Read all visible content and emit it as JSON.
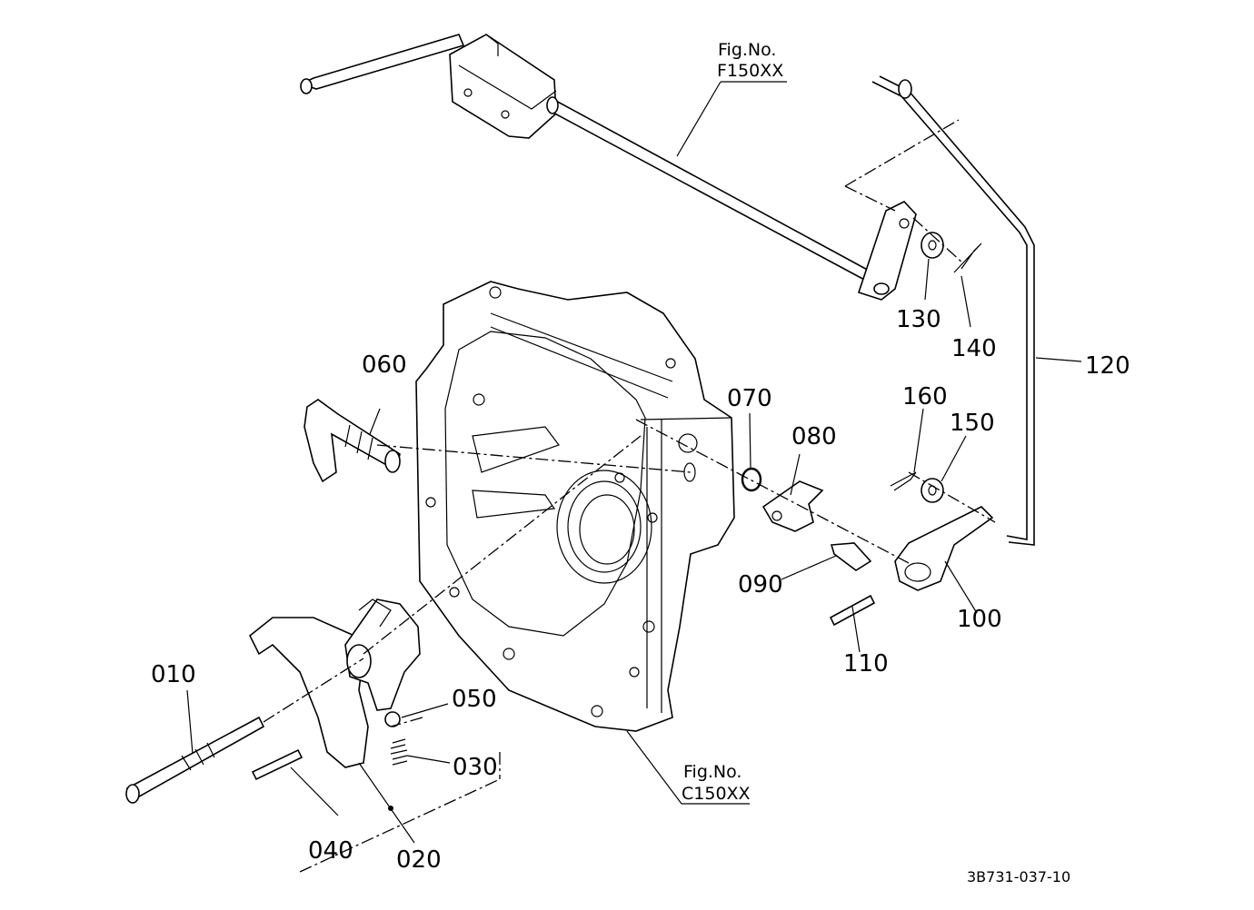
{
  "parts": [
    {
      "id": "p010",
      "number": "010"
    },
    {
      "id": "p020",
      "number": "020"
    },
    {
      "id": "p030",
      "number": "030"
    },
    {
      "id": "p040",
      "number": "040"
    },
    {
      "id": "p050",
      "number": "050"
    },
    {
      "id": "p060",
      "number": "060"
    },
    {
      "id": "p070",
      "number": "070"
    },
    {
      "id": "p080",
      "number": "080"
    },
    {
      "id": "p090",
      "number": "090"
    },
    {
      "id": "p100",
      "number": "100"
    },
    {
      "id": "p110",
      "number": "110"
    },
    {
      "id": "p120",
      "number": "120"
    },
    {
      "id": "p130",
      "number": "130"
    },
    {
      "id": "p140",
      "number": "140"
    },
    {
      "id": "p150",
      "number": "150"
    },
    {
      "id": "p160",
      "number": "160"
    }
  ],
  "figure_refs": [
    {
      "line1": "Fig.No.",
      "line2": "F150XX"
    },
    {
      "line1": "Fig.No.",
      "line2": "C150XX"
    }
  ],
  "drawing_code": "3B731-037-10"
}
